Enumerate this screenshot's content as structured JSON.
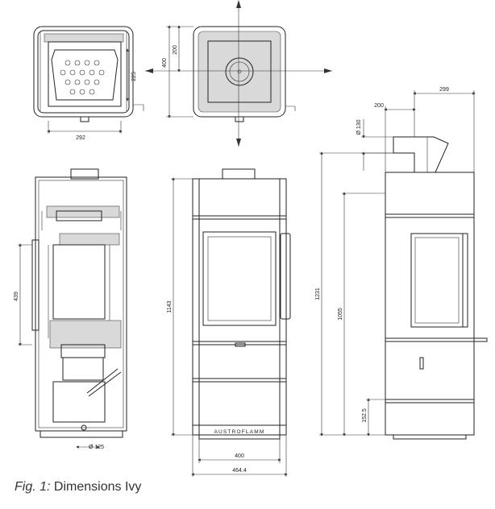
{
  "caption": {
    "prefix": "Fig. 1:",
    "text": "Dimensions Ivy"
  },
  "dimensions": {
    "top_view_depth": "400",
    "top_view_half_depth": "200",
    "top_view_width": "292",
    "top_view_inner": "225",
    "side_window_height": "439",
    "side_flue_diameter": "Ø 125",
    "front_height": "1143",
    "front_width": "400",
    "front_overall_width": "464.4",
    "right_height": "1231",
    "right_outlet_height": "1055",
    "right_base_height": "152.5",
    "right_outlet_offset": "200",
    "right_outlet_depth": "299",
    "right_outlet_diameter": "Ø 130"
  },
  "brand": "AUSTROFLAMM"
}
